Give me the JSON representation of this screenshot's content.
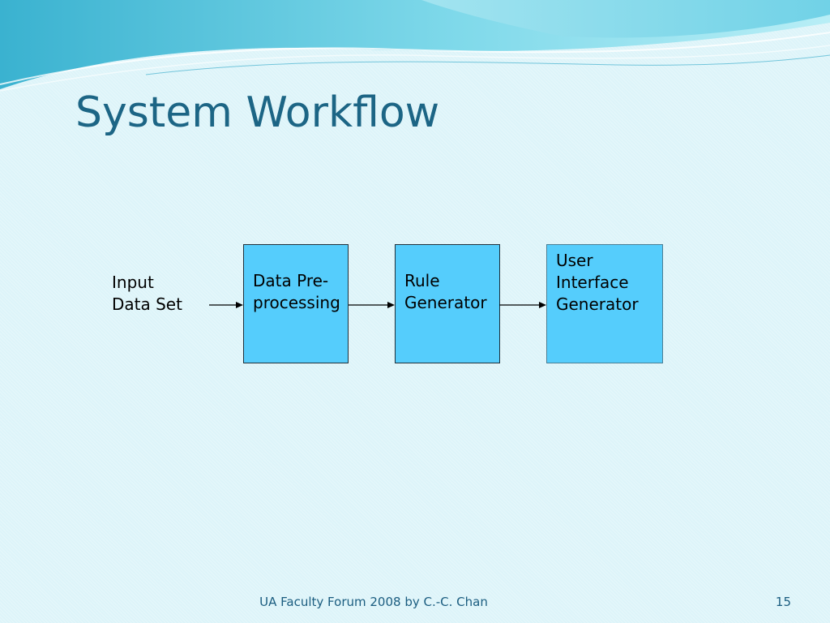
{
  "slide": {
    "title": "System Workflow",
    "footer": "UA Faculty Forum 2008 by C.-C. Chan",
    "page_number": "15"
  },
  "colors": {
    "background": "#ddf4f9",
    "title": "#1c6585",
    "box_fill": "#55cdfc",
    "wave_dark": "#3bb8d4",
    "wave_light": "#9fe3ee"
  },
  "workflow": {
    "input": {
      "line1": "Input",
      "line2": "Data Set"
    },
    "steps": [
      {
        "line1": "Data Pre-",
        "line2": "processing"
      },
      {
        "line1": "Rule",
        "line2": "Generator"
      },
      {
        "line1": "User",
        "line2": "Interface",
        "line3": "Generator"
      }
    ],
    "connections": [
      {
        "from": "input",
        "to": "step-1"
      },
      {
        "from": "step-1",
        "to": "step-2"
      },
      {
        "from": "step-2",
        "to": "step-3"
      }
    ]
  }
}
